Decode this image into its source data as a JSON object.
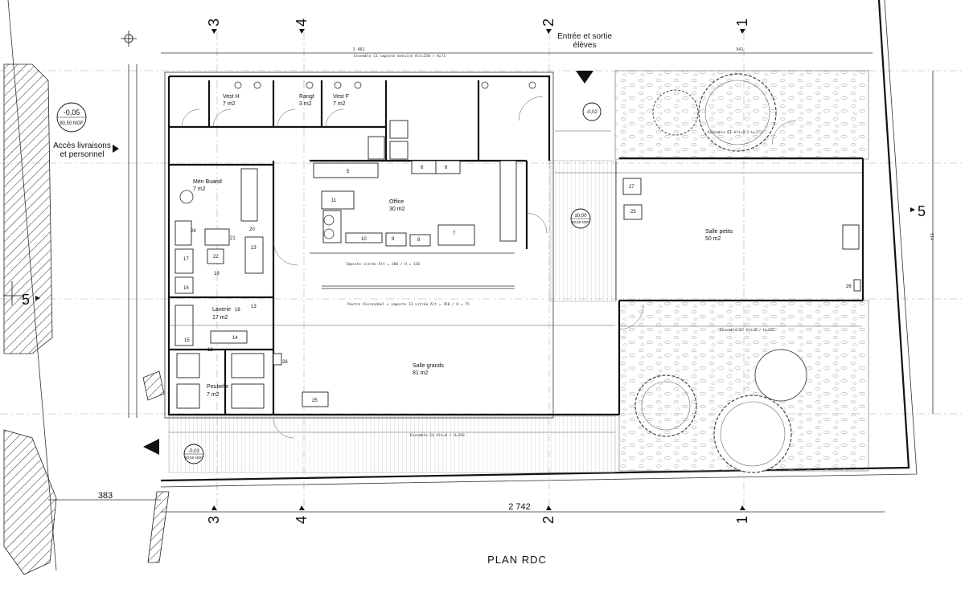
{
  "title": "PLAN RDC",
  "entrance": {
    "line1": "Entrée et sortie",
    "line2": "élèves"
  },
  "delivery": {
    "line1": "Accès livraisons",
    "line2": "et personnel"
  },
  "grid_marks": {
    "top": [
      "3",
      "4",
      "2",
      "1"
    ],
    "bottom": [
      "3",
      "4",
      "2",
      "1"
    ],
    "side": [
      "5",
      "5"
    ]
  },
  "levels": [
    {
      "value": "-0,05",
      "ngf": "80,50 NGF"
    },
    {
      "value": "-0,02"
    },
    {
      "value": "±0,00",
      "ngf": "80,55 NGF"
    },
    {
      "value": "-0,03",
      "ngf": "80,50 NGF"
    }
  ],
  "dimensions": {
    "overall": "2 742",
    "left": "383",
    "top_total": "1 461",
    "top_right": "941",
    "side_right": "514"
  },
  "rooms": [
    {
      "name": "Vest H",
      "area": "7 m2"
    },
    {
      "name": "Rangt",
      "area": "3 m2"
    },
    {
      "name": "Vest F",
      "area": "7 m2"
    },
    {
      "name": "Mén Buand",
      "area": "7 m2"
    },
    {
      "name": "Office",
      "area": "30 m2"
    },
    {
      "name": "Laverie",
      "area": "17 m2"
    },
    {
      "name": "Poubelle",
      "area": "7 m2"
    },
    {
      "name": "Salle grands",
      "area": "81 m2"
    },
    {
      "name": "Salle petits",
      "area": "50 m2"
    }
  ],
  "equipment": [
    "5",
    "6",
    "6",
    "11",
    "10",
    "9",
    "8",
    "7",
    "27",
    "25",
    "24",
    "21",
    "20",
    "22",
    "23",
    "17",
    "19",
    "16",
    "18",
    "13",
    "14",
    "15",
    "12",
    "26",
    "25",
    "26"
  ]
}
